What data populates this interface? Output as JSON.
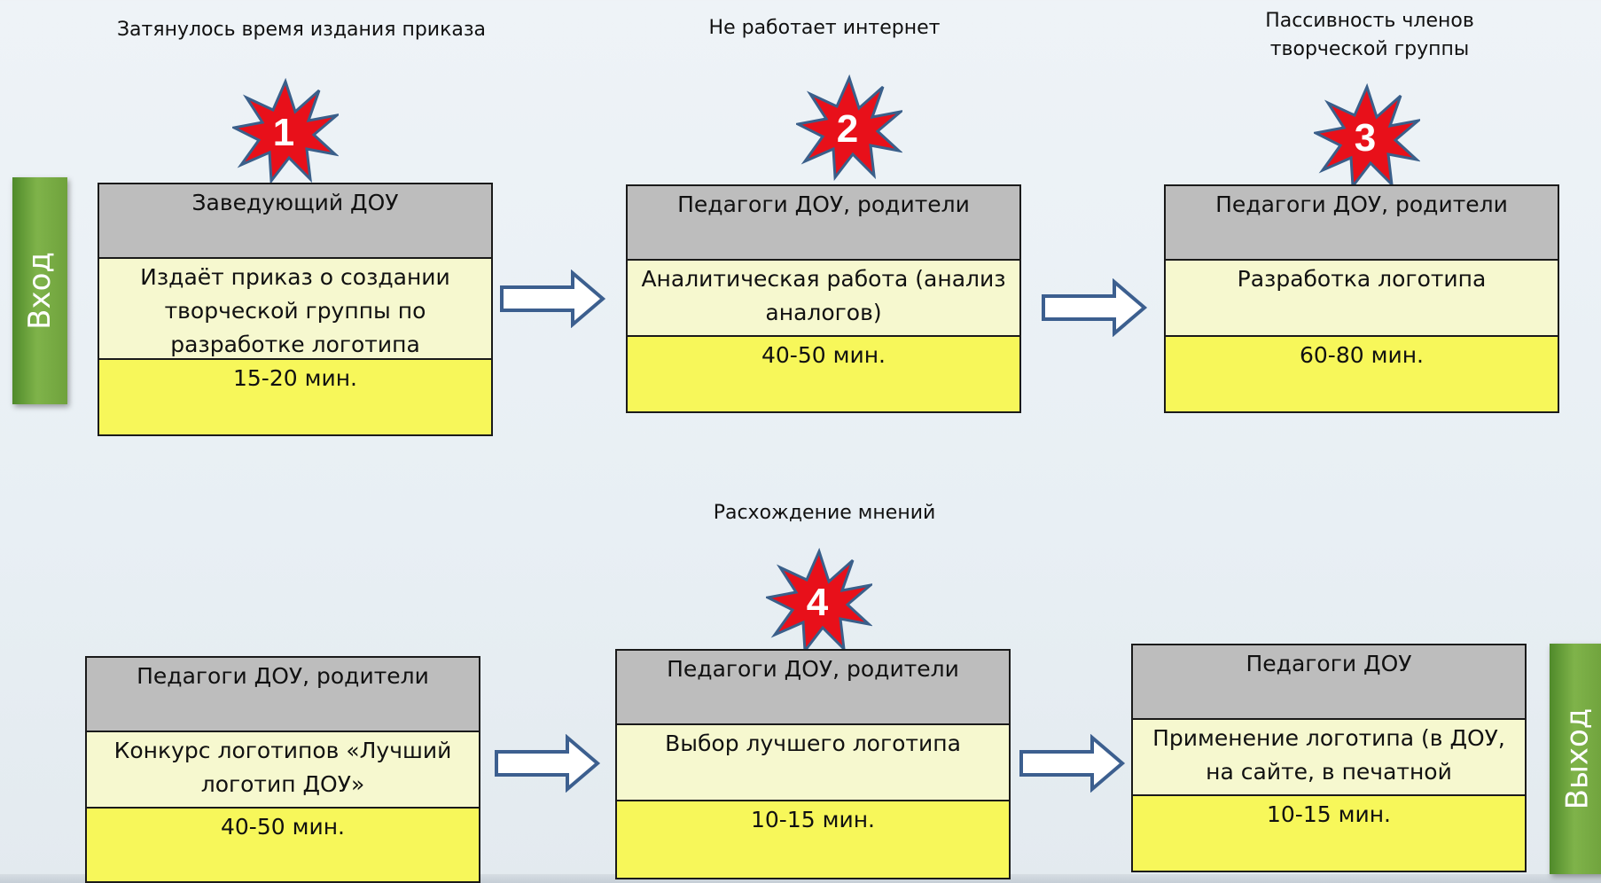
{
  "entry_label": "Вход",
  "exit_label": "Выход",
  "issues": [
    {
      "number": "1",
      "text": "Затянулось время издания приказа"
    },
    {
      "number": "2",
      "text": "Не работает интернет"
    },
    {
      "number": "3",
      "text": "Пассивность членов творческой группы"
    },
    {
      "number": "4",
      "text": "Расхождение мнений"
    }
  ],
  "steps": [
    {
      "role": "Заведующий ДОУ",
      "action": "Издаёт приказ о создании творческой группы по разработке логотипа",
      "time": "15-20 мин."
    },
    {
      "role": "Педагоги ДОУ, родители",
      "action": "Аналитическая работа (анализ аналогов)",
      "time": "40-50 мин."
    },
    {
      "role": "Педагоги ДОУ, родители",
      "action": "Разработка логотипа",
      "time": "60-80 мин."
    },
    {
      "role": "Педагоги ДОУ, родители",
      "action": "Конкурс логотипов «Лучший логотип ДОУ»",
      "time": "40-50 мин."
    },
    {
      "role": "Педагоги ДОУ, родители",
      "action": "Выбор лучшего логотипа",
      "time": "10-15 мин."
    },
    {
      "role": "Педагоги ДОУ",
      "action": "Применение логотипа (в ДОУ, на сайте, в печатной продукции)",
      "time": "10-15 мин."
    }
  ],
  "colors": {
    "role_bg": "#bdbdbd",
    "action_bg": "#f6f8cf",
    "time_bg": "#f7f75a",
    "star_fill": "#e8101a",
    "tab_green": "#6fa23c",
    "arrow_stroke": "#3c5f8f"
  }
}
